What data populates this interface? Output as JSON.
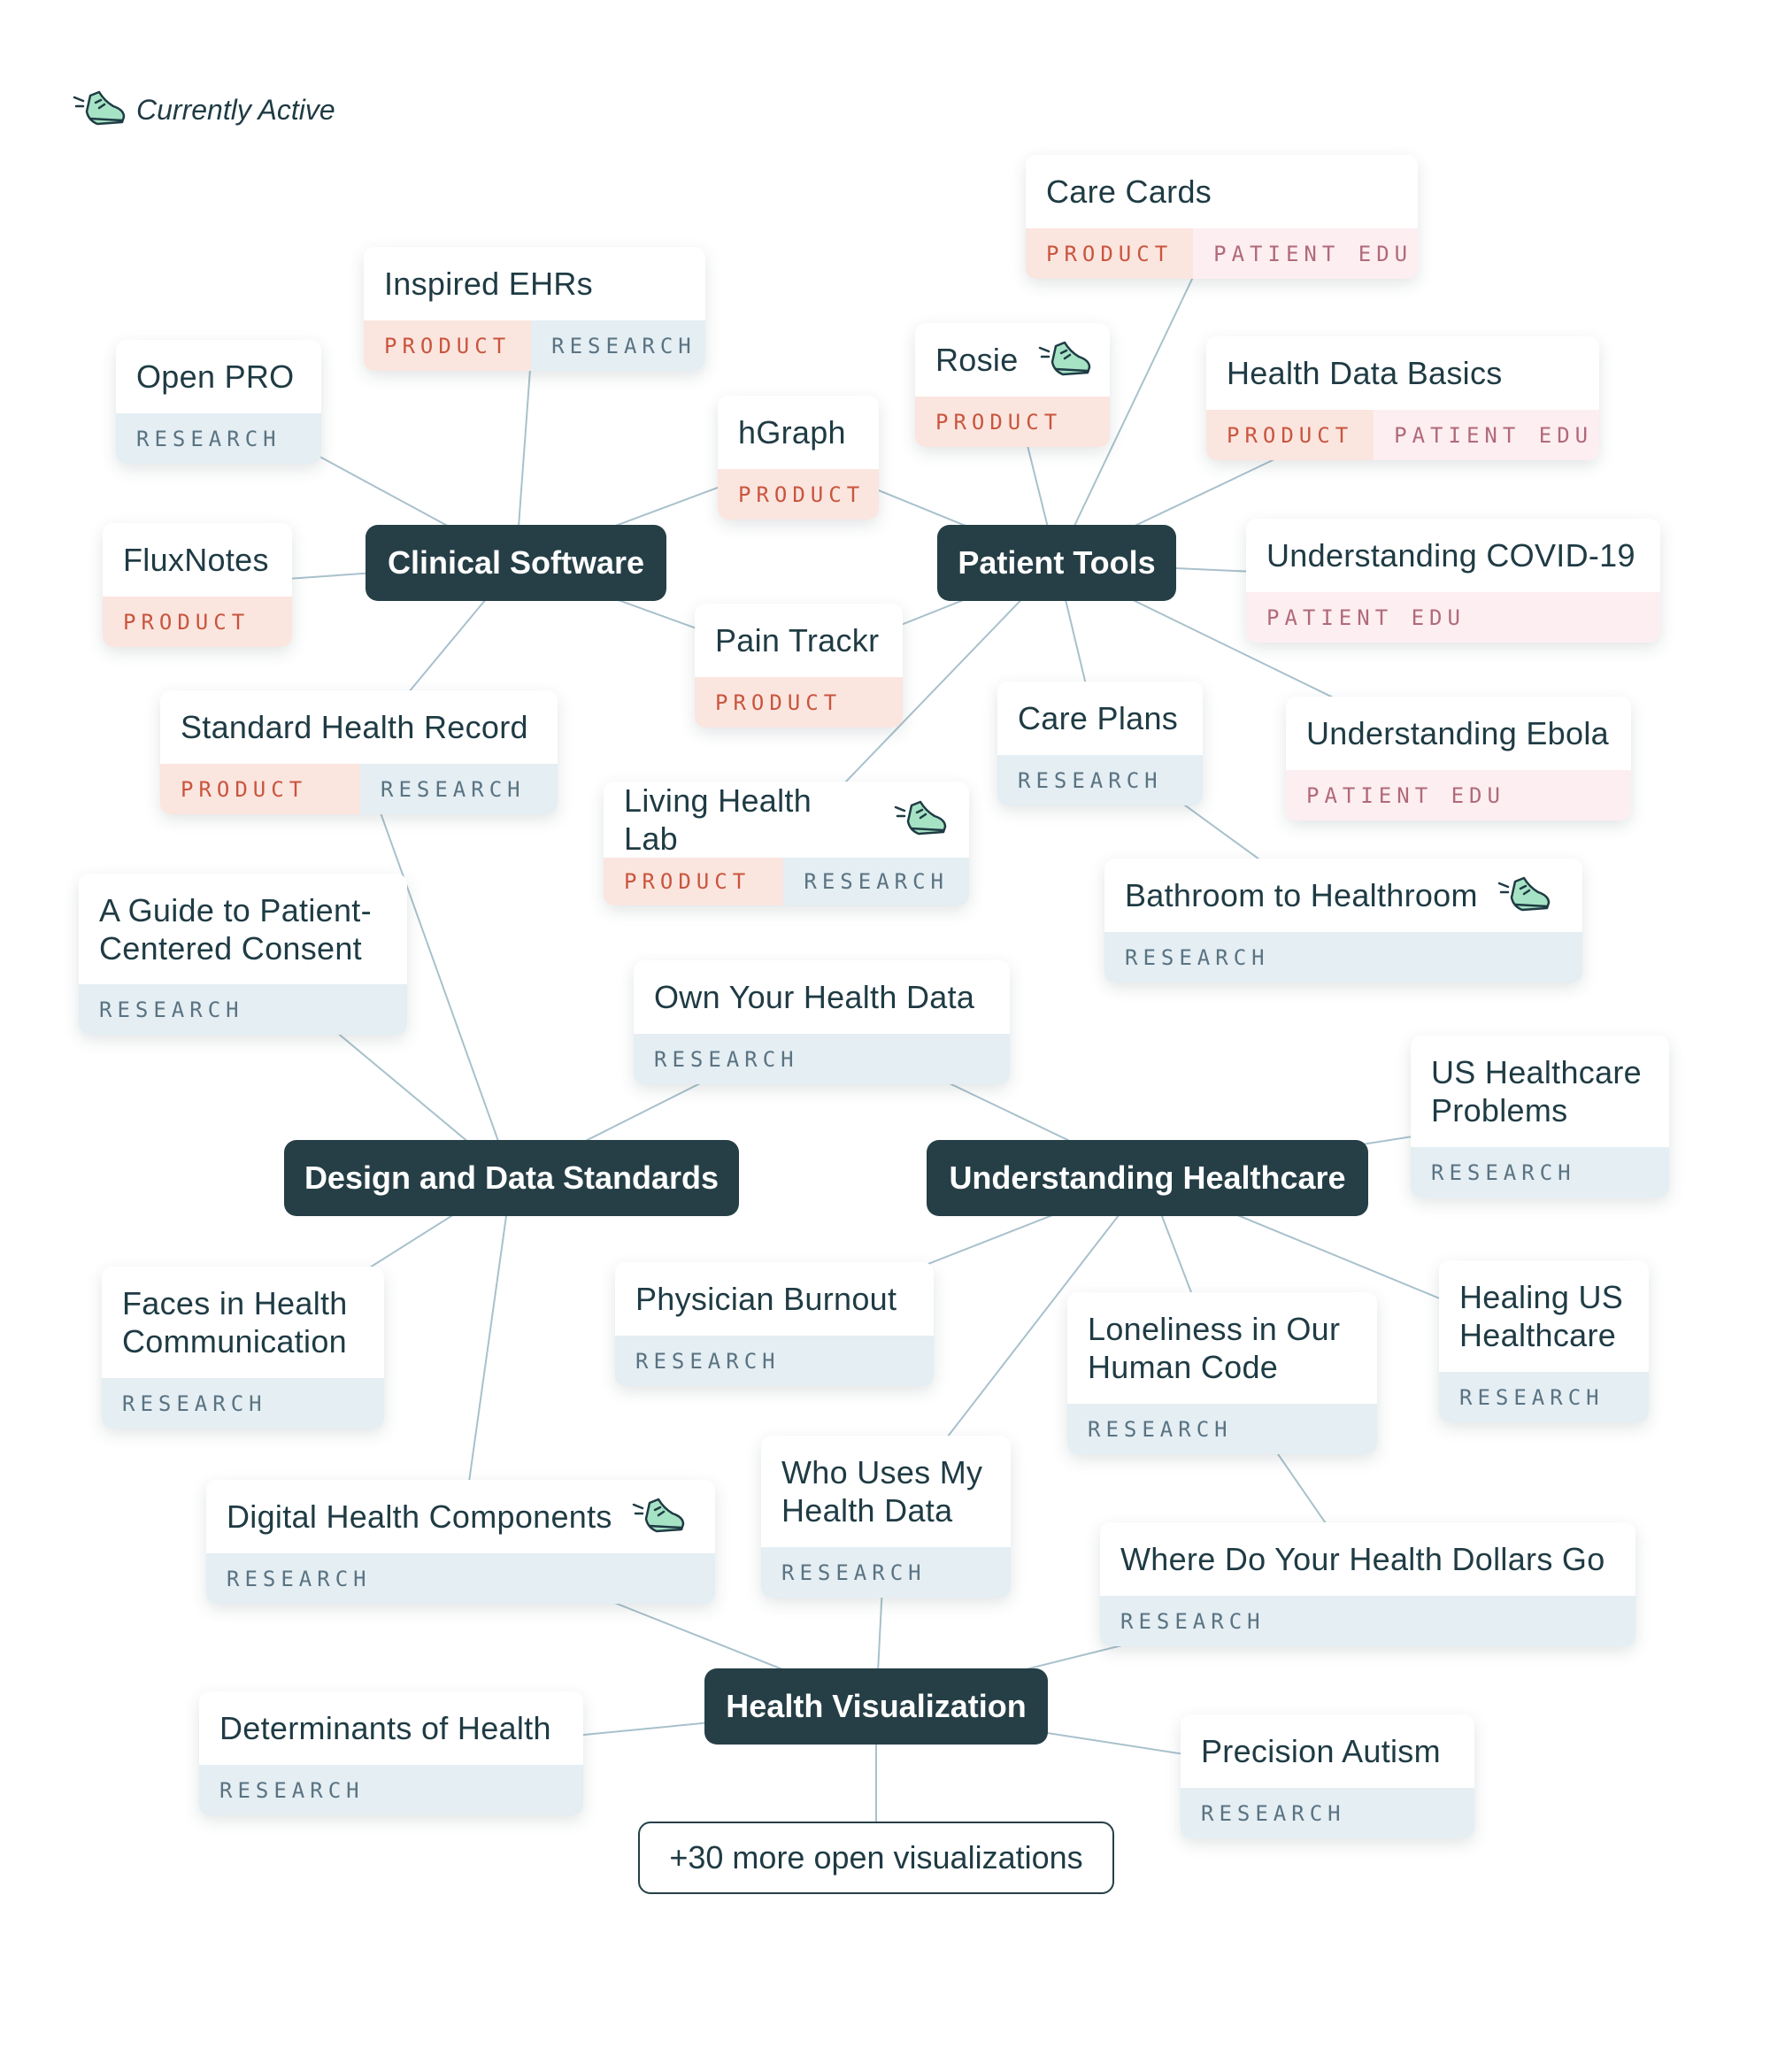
{
  "legend": {
    "label": "Currently Active",
    "icon": "running-shoe-icon"
  },
  "colors": {
    "hub": "#263f47",
    "product_tag": "#fbe5df",
    "research_tag": "#e4eef3",
    "patient_edu_tag": "#fdeef1",
    "edge": "#a8c1cc",
    "shoe_fill": "#a6e3c5"
  },
  "hubs": [
    {
      "id": "clinical",
      "label": "Clinical Software"
    },
    {
      "id": "patient",
      "label": "Patient Tools"
    },
    {
      "id": "design",
      "label": "Design and Data Standards"
    },
    {
      "id": "understanding",
      "label": "Understanding Healthcare"
    },
    {
      "id": "viz",
      "label": "Health Visualization"
    }
  ],
  "projects": [
    {
      "id": "careCards",
      "title": "Care Cards",
      "tags": [
        "PRODUCT",
        "PATIENT EDU"
      ],
      "active": false
    },
    {
      "id": "inspiredEHRs",
      "title": "Inspired EHRs",
      "tags": [
        "PRODUCT",
        "RESEARCH"
      ],
      "active": false
    },
    {
      "id": "openPRO",
      "title": "Open PRO",
      "tags": [
        "RESEARCH"
      ],
      "active": false
    },
    {
      "id": "rosie",
      "title": "Rosie",
      "tags": [
        "PRODUCT"
      ],
      "active": true
    },
    {
      "id": "healthDataBasics",
      "title": "Health Data Basics",
      "tags": [
        "PRODUCT",
        "PATIENT EDU"
      ],
      "active": false
    },
    {
      "id": "hGraph",
      "title": "hGraph",
      "tags": [
        "PRODUCT"
      ],
      "active": false
    },
    {
      "id": "fluxNotes",
      "title": "FluxNotes",
      "tags": [
        "PRODUCT"
      ],
      "active": false
    },
    {
      "id": "covid",
      "title": "Understanding COVID-19",
      "tags": [
        "PATIENT EDU"
      ],
      "active": false
    },
    {
      "id": "painTrackr",
      "title": "Pain Trackr",
      "tags": [
        "PRODUCT"
      ],
      "active": false
    },
    {
      "id": "standardHealthRecord",
      "title": "Standard Health Record",
      "tags": [
        "PRODUCT",
        "RESEARCH"
      ],
      "active": false
    },
    {
      "id": "carePlans",
      "title": "Care Plans",
      "tags": [
        "RESEARCH"
      ],
      "active": false
    },
    {
      "id": "ebola",
      "title": "Understanding Ebola",
      "tags": [
        "PATIENT EDU"
      ],
      "active": false
    },
    {
      "id": "livingHealthLab",
      "title": "Living Health Lab",
      "tags": [
        "PRODUCT",
        "RESEARCH"
      ],
      "active": true
    },
    {
      "id": "bathroom",
      "title": "Bathroom to Healthroom",
      "tags": [
        "RESEARCH"
      ],
      "active": true
    },
    {
      "id": "consent",
      "title": "A Guide to Patient-\nCentered Consent",
      "tags": [
        "RESEARCH"
      ],
      "active": false
    },
    {
      "id": "ownData",
      "title": "Own Your Health Data",
      "tags": [
        "RESEARCH"
      ],
      "active": false
    },
    {
      "id": "usProblems",
      "title": "US Healthcare\nProblems",
      "tags": [
        "RESEARCH"
      ],
      "active": false
    },
    {
      "id": "faces",
      "title": "Faces in Health\nCommunication",
      "tags": [
        "RESEARCH"
      ],
      "active": false
    },
    {
      "id": "burnout",
      "title": "Physician Burnout",
      "tags": [
        "RESEARCH"
      ],
      "active": false
    },
    {
      "id": "healing",
      "title": "Healing US\nHealthcare",
      "tags": [
        "RESEARCH"
      ],
      "active": false
    },
    {
      "id": "loneliness",
      "title": "Loneliness in Our\nHuman Code",
      "tags": [
        "RESEARCH"
      ],
      "active": false
    },
    {
      "id": "digitalComponents",
      "title": "Digital Health Components",
      "tags": [
        "RESEARCH"
      ],
      "active": true
    },
    {
      "id": "whoUses",
      "title": "Who Uses My\nHealth Data",
      "tags": [
        "RESEARCH"
      ],
      "active": false
    },
    {
      "id": "dollars",
      "title": "Where Do Your Health Dollars Go",
      "tags": [
        "RESEARCH"
      ],
      "active": false
    },
    {
      "id": "determinants",
      "title": "Determinants of Health",
      "tags": [
        "RESEARCH"
      ],
      "active": false
    },
    {
      "id": "autism",
      "title": "Precision Autism",
      "tags": [
        "RESEARCH"
      ],
      "active": false
    }
  ],
  "more_button": "+30 more open visualizations",
  "edges": [
    [
      "clinical",
      "openPRO"
    ],
    [
      "clinical",
      "inspiredEHRs"
    ],
    [
      "clinical",
      "hGraph"
    ],
    [
      "clinical",
      "fluxNotes"
    ],
    [
      "clinical",
      "painTrackr"
    ],
    [
      "clinical",
      "standardHealthRecord"
    ],
    [
      "patient",
      "hGraph"
    ],
    [
      "patient",
      "rosie"
    ],
    [
      "patient",
      "careCards"
    ],
    [
      "patient",
      "healthDataBasics"
    ],
    [
      "patient",
      "covid"
    ],
    [
      "patient",
      "painTrackr"
    ],
    [
      "patient",
      "livingHealthLab"
    ],
    [
      "patient",
      "carePlans"
    ],
    [
      "patient",
      "ebola"
    ],
    [
      "carePlans",
      "bathroom"
    ],
    [
      "design",
      "standardHealthRecord"
    ],
    [
      "design",
      "consent"
    ],
    [
      "design",
      "ownData"
    ],
    [
      "design",
      "faces"
    ],
    [
      "design",
      "digitalComponents"
    ],
    [
      "understanding",
      "ownData"
    ],
    [
      "understanding",
      "usProblems"
    ],
    [
      "understanding",
      "burnout"
    ],
    [
      "understanding",
      "loneliness"
    ],
    [
      "understanding",
      "healing"
    ],
    [
      "understanding",
      "whoUses"
    ],
    [
      "loneliness",
      "dollars"
    ],
    [
      "viz",
      "digitalComponents"
    ],
    [
      "viz",
      "whoUses"
    ],
    [
      "viz",
      "dollars"
    ],
    [
      "viz",
      "determinants"
    ],
    [
      "viz",
      "autism"
    ],
    [
      "viz",
      "more"
    ]
  ]
}
